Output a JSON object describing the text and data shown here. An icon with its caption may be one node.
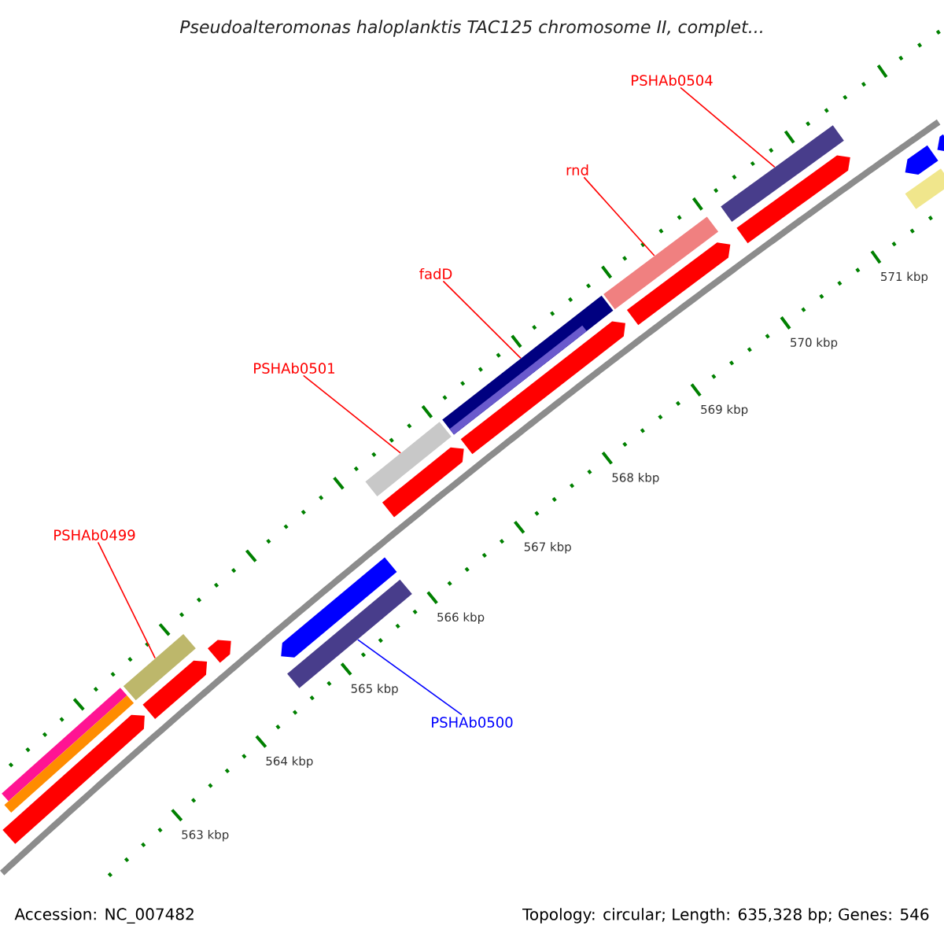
{
  "diagram": {
    "title": "Pseudoalteromonas haloplanktis TAC125 chromosome II, complet...",
    "nodes": [
      {
        "text": [
          "PSHAb0504"
        ]
      },
      {
        "text": [
          "rnd"
        ]
      },
      {
        "text": [
          "fadD"
        ]
      },
      {
        "text": [
          "PSHAb0501"
        ]
      },
      {
        "text": [
          "PSHAb0499"
        ]
      },
      {
        "text": [
          "PSHAb0500"
        ]
      },
      {
        "text": [],
        "shape": "bar"
      },
      {
        "text": [],
        "shape": "bar"
      },
      {
        "text": [],
        "shape": "bar"
      },
      {
        "text": [],
        "shape": "bar"
      },
      {
        "text": [],
        "shape": "bar"
      },
      {
        "text": [],
        "shape": "bar"
      }
    ],
    "edges": [
      {
        "from": 0,
        "to": 6,
        "arrow": "none"
      },
      {
        "from": 1,
        "to": 7,
        "arrow": "none"
      },
      {
        "from": 2,
        "to": 8,
        "arrow": "none"
      },
      {
        "from": 3,
        "to": 9,
        "arrow": "none"
      },
      {
        "from": 4,
        "to": 10,
        "arrow": "none"
      },
      {
        "from": 5,
        "to": 11,
        "arrow": "none",
        "color": "#0000ff"
      }
    ],
    "labels": [
      "571 kbp",
      "570 kbp",
      "569 kbp",
      "568 kbp",
      "567 kbp",
      "566 kbp",
      "565 kbp",
      "564 kbp",
      "563 kbp",
      "Accession: NC_007482",
      "Topology: circular; Length: 635,328 bp; Genes: 546"
    ]
  }
}
